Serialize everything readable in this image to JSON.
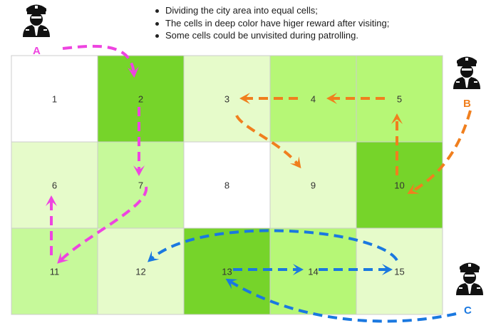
{
  "notes": [
    "Dividing the city area into equal cells;",
    "The cells in deep color have higer reward after visiting;",
    "Some cells could be unvisited during patrolling."
  ],
  "grid": {
    "rows": 3,
    "cols": 5,
    "cells": [
      {
        "label": "1",
        "color": "#ffffff"
      },
      {
        "label": "2",
        "color": "#76d42a"
      },
      {
        "label": "3",
        "color": "#e6fbca"
      },
      {
        "label": "4",
        "color": "#b6f776"
      },
      {
        "label": "5",
        "color": "#b6f776"
      },
      {
        "label": "6",
        "color": "#e6fbca"
      },
      {
        "label": "7",
        "color": "#c6f99a"
      },
      {
        "label": "8",
        "color": "#ffffff"
      },
      {
        "label": "9",
        "color": "#e6fbca"
      },
      {
        "label": "10",
        "color": "#76d42a"
      },
      {
        "label": "11",
        "color": "#c6f99a"
      },
      {
        "label": "12",
        "color": "#e6fbca"
      },
      {
        "label": "13",
        "color": "#76d42a"
      },
      {
        "label": "14",
        "color": "#b6f776"
      },
      {
        "label": "15",
        "color": "#e6fbca"
      }
    ]
  },
  "agents": [
    {
      "id": "A",
      "label": "A",
      "color": "#ee44e0",
      "icon": "police-officer-icon"
    },
    {
      "id": "B",
      "label": "B",
      "color": "#f07f1e",
      "icon": "police-officer-icon"
    },
    {
      "id": "C",
      "label": "C",
      "color": "#1a78e0",
      "icon": "police-officer-icon"
    }
  ],
  "legend_colors": {
    "deep": "#76d42a",
    "medium": "#b6f776",
    "light": "#c6f99a",
    "pale": "#e6fbca",
    "none": "#ffffff"
  }
}
